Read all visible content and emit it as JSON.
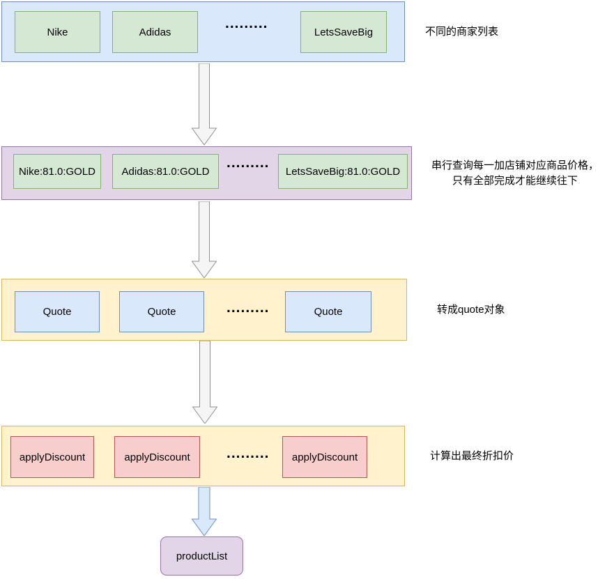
{
  "rows": [
    {
      "label": "不同的商家列表",
      "boxes": [
        "Nike",
        "Adidas",
        "LetsSaveBig"
      ],
      "dots": "........."
    },
    {
      "label_line1": "串行查询每一加店铺对应商品价格，",
      "label_line2": "只有全部完成才能继续往下",
      "boxes": [
        "Nike:81.0:GOLD",
        "Adidas:81.0:GOLD",
        "LetsSaveBig:81.0:GOLD"
      ],
      "dots": "........."
    },
    {
      "label": "转成quote对象",
      "boxes": [
        "Quote",
        "Quote",
        "Quote"
      ],
      "dots": "........."
    },
    {
      "label": "计算出最终折扣价",
      "boxes": [
        "applyDiscount",
        "applyDiscount",
        "applyDiscount"
      ],
      "dots": "........."
    }
  ],
  "result_node": {
    "label": "productList"
  },
  "palette": {
    "container_blue_fill": "#dae8fc",
    "container_blue_stroke": "#6c8ebf",
    "container_purple_fill": "#e1d5e7",
    "container_purple_stroke": "#9673a6",
    "container_yellow_fill": "#fff2cc",
    "container_yellow_stroke": "#d6b656",
    "node_green_fill": "#d5e8d4",
    "node_green_stroke": "#82b366",
    "node_blue_fill": "#dae8fc",
    "node_blue_stroke": "#6c8ebf",
    "node_red_fill": "#f8cecc",
    "node_red_stroke": "#b85450",
    "arrow_gray_fill": "#f5f5f5",
    "arrow_gray_stroke": "#8f8f8f",
    "arrow_blue_fill": "#dae8fc",
    "arrow_blue_stroke": "#6c8ebf"
  }
}
